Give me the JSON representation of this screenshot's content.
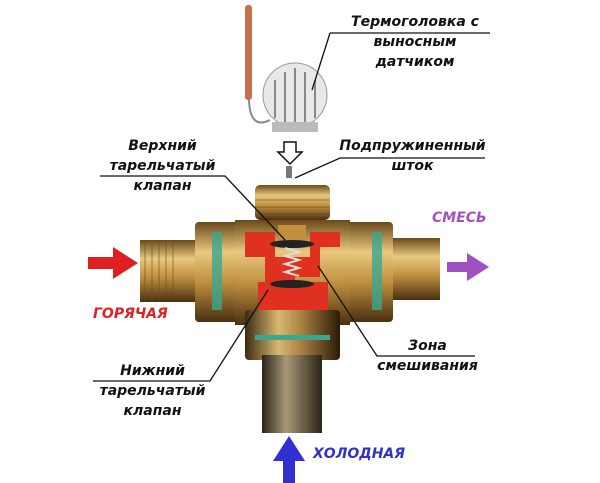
{
  "labels": {
    "thermohead": [
      "Термоголовка с",
      "выносным",
      "датчиком"
    ],
    "upper_valve": [
      "Верхний",
      "тарельчатый",
      "клапан"
    ],
    "spring_stem": [
      "Подпружиненный",
      "шток"
    ],
    "mixing_zone": [
      "Зона",
      "смешивания"
    ],
    "lower_valve": [
      "Нижний",
      "тарельчатый",
      "клапан"
    ]
  },
  "flows": {
    "hot": "ГОРЯЧАЯ",
    "mix": "СМЕСЬ",
    "cold": "ХОЛОДНАЯ"
  },
  "colors": {
    "hot": "#e02020",
    "mix": "#a050c0",
    "cold": "#3030d0",
    "brass": "#c8a050",
    "cutaway": "#e03020"
  }
}
